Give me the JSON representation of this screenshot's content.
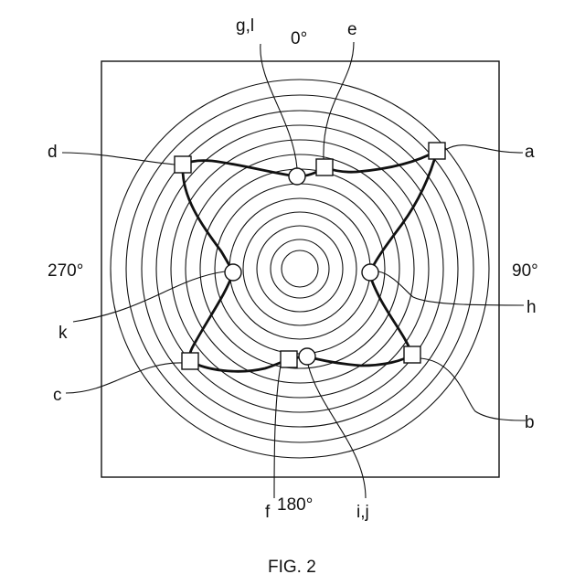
{
  "figure": {
    "caption": "FIG. 2",
    "angles": {
      "top": "0°",
      "right": "90°",
      "bottom": "180°",
      "left": "270°"
    },
    "labels": {
      "a": "a",
      "b": "b",
      "c": "c",
      "d": "d",
      "e": "e",
      "f": "f",
      "gl": "g,l",
      "h": "h",
      "ij": "i,j",
      "k": "k"
    },
    "colors": {
      "stroke": "#111111",
      "background": "#ffffff"
    }
  }
}
